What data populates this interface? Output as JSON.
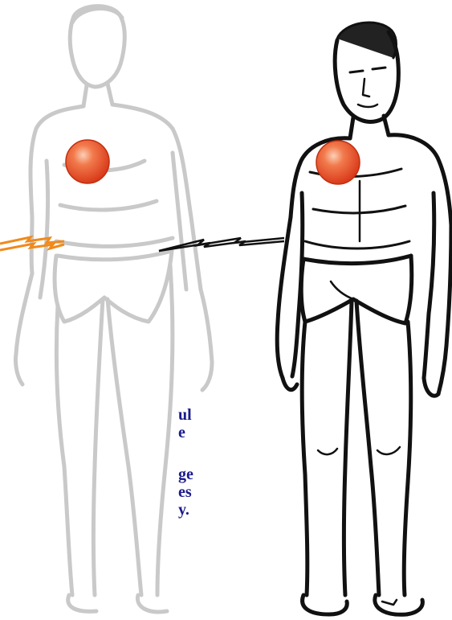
{
  "caption": {
    "lines": [
      "ul",
      "e",
      "",
      "ge",
      "es",
      "y."
    ]
  },
  "colors": {
    "ghost_figure": "#c8c8c8",
    "main_figure": "#111111",
    "heart_fill": "#e8502a",
    "heart_highlight": "#f8b090",
    "bolt_orange": "#f08a1c",
    "caption_text": "#1a1a8c"
  },
  "icons": {
    "left_bolt": "lightning-bolt-icon",
    "right_bolt": "lightning-bolt-icon",
    "heart_marker": "red-circle-icon"
  }
}
